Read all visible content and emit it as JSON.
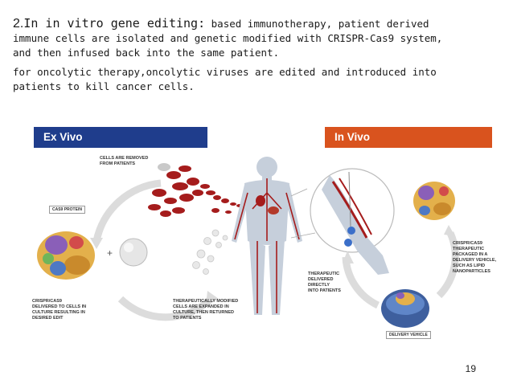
{
  "paragraph1": {
    "number": "2.",
    "lead": "In in vitro gene editing:",
    "rest": " based immunotherapy, patient derived\nimmune cells are isolated and genetic modified with CRISPR-Cas9 system,\nand then infused back into the same patient."
  },
  "paragraph2": "for oncolytic therapy,oncolytic viruses are edited and introduced into\npatients to kill cancer cells.",
  "figure": {
    "ex_vivo_title": "Ex Vivo",
    "in_vivo_title": "In Vivo",
    "cells_removed": "CELLS ARE REMOVED\nFROM PATIENTS",
    "cas9_protein": "CAS9 PROTEIN",
    "crispr_delivered": "CRISPR/CAS9\nDELIVERED TO CELLS IN\nCULTURE RESULTING IN\nDESIRED EDIT",
    "modified_cells": "THERAPEUTICALLY MODIFIED\nCELLS ARE EXPANDED IN\nCULTURE, THEN RETURNED\nTO PATIENTS",
    "therapeutic_delivered": "THERAPEUTIC\nDELIVERED\nDIRECTLY\nINTO PATIENTS",
    "crispr_packaged": "CRISPR/CAS9\nTHERAPEUTIC\nPACKAGED IN A\nDELIVERY VEHICLE,\nSUCH AS LIPID\nNANOPARTICLES",
    "delivery_vehicle": "DELIVERY VEHICLE",
    "plus_sign": "+"
  },
  "page_number": "19",
  "colors": {
    "ex_vivo_bar": "#1f3d8c",
    "in_vivo_bar": "#d9531e",
    "blood_red": "#a51c1c"
  }
}
